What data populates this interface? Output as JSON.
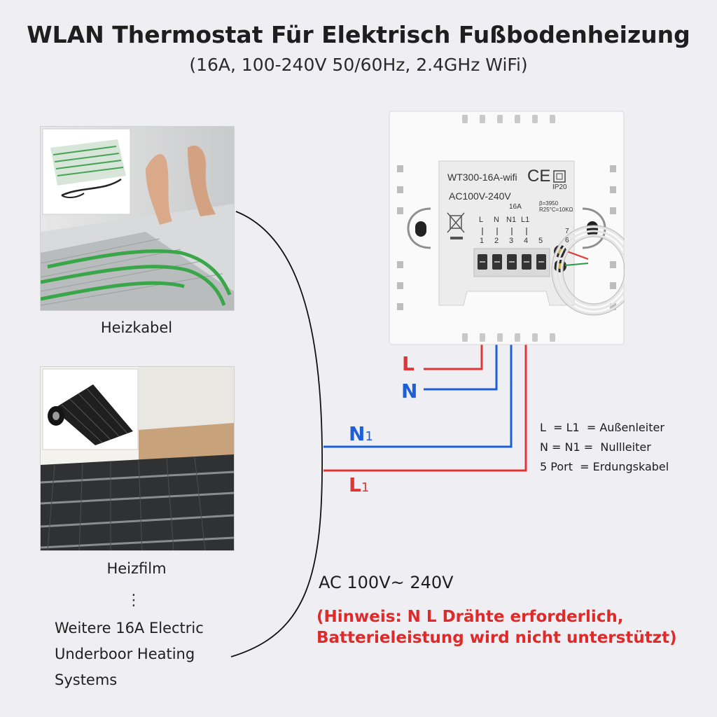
{
  "header": {
    "title": "WLAN Thermostat Für Elektrisch Fußbodenheizung",
    "subtitle": "(16A, 100-240V 50/60Hz,  2.4GHz WiFi)"
  },
  "heating_types": [
    {
      "caption": "Heizkabel"
    },
    {
      "caption": "Heizfilm"
    }
  ],
  "more_systems": {
    "ellipsis": "⋮",
    "lines": [
      "Weitere 16A Electric",
      "Underboor Heating",
      "Systems"
    ]
  },
  "device": {
    "model": "WT300-16A-wifi",
    "ce": "CE",
    "ip": "IP20",
    "voltage": "AC100V-240V",
    "current": "16A",
    "sensor_spec_1": "β=3950",
    "sensor_spec_2": "R25°C=10KΩ",
    "terminal_letters": [
      "L",
      "N",
      "N1",
      "L1",
      ""
    ],
    "terminal_numbers": [
      "1",
      "2",
      "3",
      "4",
      "5"
    ],
    "sensor_terminals": [
      "7",
      "6"
    ]
  },
  "wires": {
    "L": "L",
    "N": "N",
    "N1_main": "N",
    "N1_sub": "1",
    "L1_main": "L",
    "L1_sub": "1"
  },
  "legend": [
    "L  = L1  = Außenleiter",
    "N = N1 =  Nullleiter",
    "5 Port  = Erdungskabel"
  ],
  "supply": {
    "ac": "AC 100V~ 240V",
    "note_line1": "(Hinweis: N L Drähte erforderlich,",
    "note_line2": "Batterieleistung wird nicht unterstützt)"
  },
  "colors": {
    "live": "#e23434",
    "neutral": "#1f5fd6",
    "background": "#efeff3"
  }
}
